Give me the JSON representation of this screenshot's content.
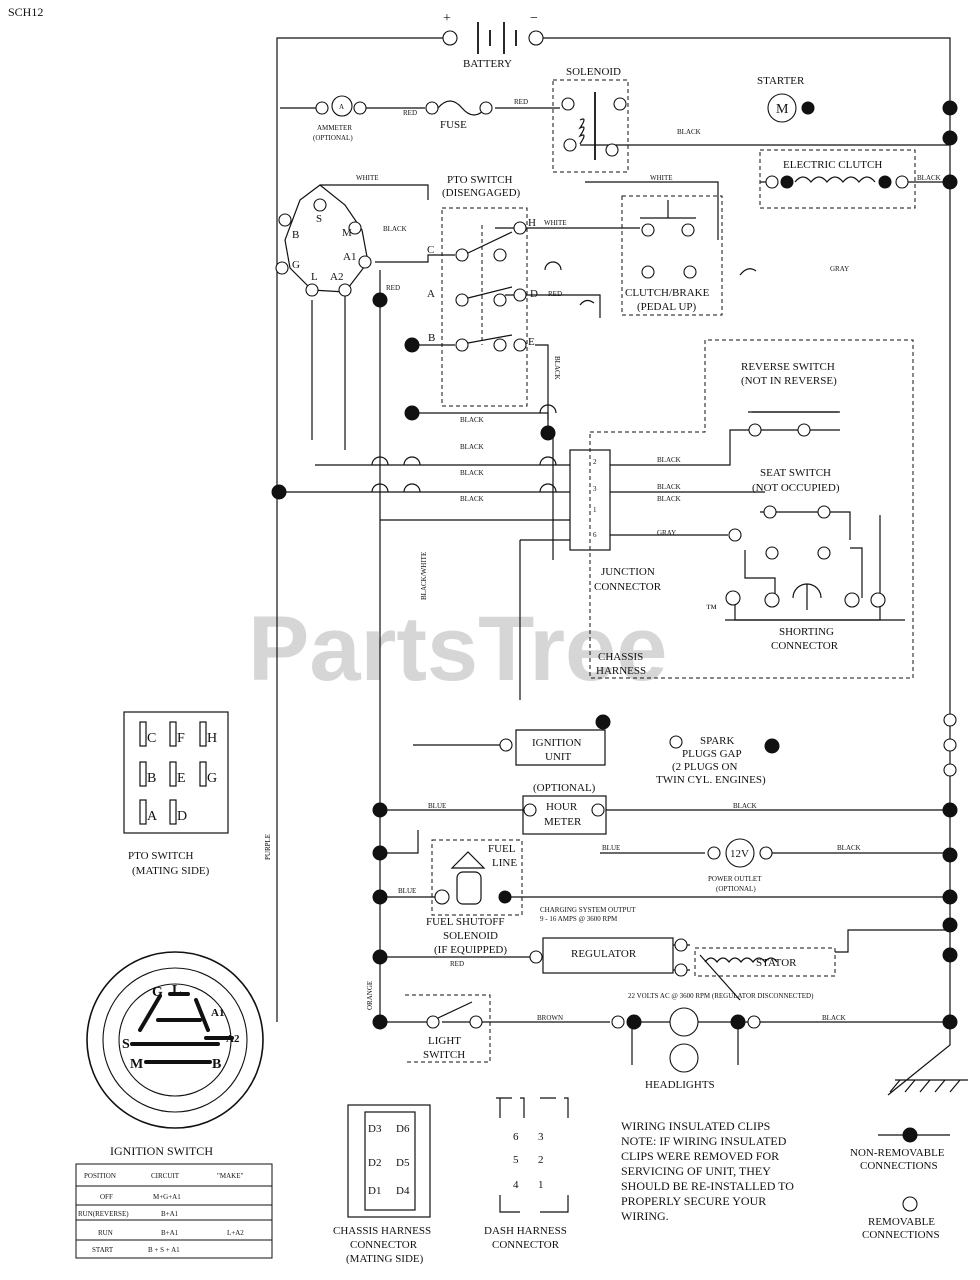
{
  "sheet_id": "SCH12",
  "watermark": "PartsTree",
  "watermark_tm": "™",
  "battery": {
    "label": "BATTERY",
    "plus": "+",
    "minus": "−"
  },
  "solenoid": "SOLENOID",
  "starter": {
    "label": "STARTER",
    "symbol": "M"
  },
  "ammeter": {
    "line1": "AMMETER",
    "line2": "(OPTIONAL)",
    "symbol": "A"
  },
  "fuse": "FUSE",
  "electric_clutch": "ELECTRIC CLUTCH",
  "pto_switch": {
    "line1": "PTO SWITCH",
    "line2": "(DISENGAGED)"
  },
  "clutch_brake": {
    "line1": "CLUTCH/BRAKE",
    "line2": "(PEDAL UP)"
  },
  "reverse_switch": {
    "line1": "REVERSE SWITCH",
    "line2": "(NOT IN REVERSE)"
  },
  "seat_switch": {
    "line1": "SEAT SWITCH",
    "line2": "(NOT OCCUPIED)"
  },
  "junction_connector": {
    "line1": "JUNCTION",
    "line2": "CONNECTOR"
  },
  "chassis_harness": {
    "line1": "CHASSIS",
    "line2": "HARNESS"
  },
  "shorting_connector": {
    "line1": "SHORTING",
    "line2": "CONNECTOR"
  },
  "ignition_unit": {
    "line1": "IGNITION",
    "line2": "UNIT"
  },
  "spark_plugs": {
    "line1": "SPARK",
    "line2": "PLUGS GAP",
    "line3": "(2 PLUGS ON",
    "line4": "TWIN CYL. ENGINES)"
  },
  "hour_meter": {
    "optional": "(OPTIONAL)",
    "line1": "HOUR",
    "line2": "METER"
  },
  "power_outlet": {
    "symbol": "12V",
    "line1": "POWER OUTLET",
    "line2": "(OPTIONAL)"
  },
  "fuel_line": {
    "line1": "FUEL",
    "line2": "LINE"
  },
  "fuel_solenoid": {
    "line1": "FUEL SHUTOFF",
    "line2": "SOLENOID",
    "line3": "(IF EQUIPPED)"
  },
  "charging_note": {
    "line1": "CHARGING SYSTEM OUTPUT",
    "line2": "9 - 16 AMPS @ 3600 RPM"
  },
  "regulator": "REGULATOR",
  "stator": "STATOR",
  "stator_note": "22 VOLTS AC @ 3600 RPM (REGULATOR DISCONNECTED)",
  "light_switch": {
    "line1": "LIGHT",
    "line2": "SWITCH"
  },
  "headlights": "HEADLIGHTS",
  "ignition_terminals": {
    "s": "S",
    "b": "B",
    "m": "M",
    "g": "G",
    "l": "L",
    "a1": "A1",
    "a2": "A2"
  },
  "pto_terminals": {
    "c": "C",
    "a": "A",
    "d": "D",
    "h": "H",
    "b": "B",
    "e": "E"
  },
  "junction_pins": [
    "2",
    "3",
    "1",
    "6"
  ],
  "wires": {
    "white": "WHITE",
    "black": "BLACK",
    "red": "RED",
    "gray": "GRAY",
    "blue": "BLUE",
    "brown": "BROWN",
    "orange": "ORANGE",
    "black_white": "BLACK/WHITE",
    "purple": "PURPLE"
  },
  "pto_mating": {
    "caption_line1": "PTO SWITCH",
    "caption_line2": "(MATING SIDE)",
    "cells": [
      [
        "C",
        "F",
        "H"
      ],
      [
        "B",
        "E",
        "G"
      ],
      [
        "A",
        "D"
      ]
    ]
  },
  "ignition_switch": {
    "caption": "IGNITION SWITCH",
    "table": {
      "headers": [
        "POSITION",
        "CIRCUIT",
        "\"MAKE\""
      ],
      "rows": [
        [
          "OFF",
          "M+G+A1",
          ""
        ],
        [
          "RUN(REVERSE)",
          "B+A1",
          ""
        ],
        [
          "RUN",
          "B+A1",
          "L+A2"
        ],
        [
          "START",
          "B + S + A1",
          ""
        ]
      ]
    }
  },
  "chassis_connector": {
    "line1": "CHASSIS HARNESS",
    "line2": "CONNECTOR",
    "line3": "(MATING SIDE)",
    "pins": {
      "d3": "D3",
      "d6": "D6",
      "d2": "D2",
      "d5": "D5",
      "d1": "D1",
      "d4": "D4"
    }
  },
  "dash_connector": {
    "line1": "DASH HARNESS",
    "line2": "CONNECTOR",
    "pins": {
      "p6": "6",
      "p3": "3",
      "p5": "5",
      "p2": "2",
      "p4": "4",
      "p1": "1"
    }
  },
  "note": {
    "line1": "WIRING INSULATED CLIPS",
    "line2": "NOTE: IF WIRING INSULATED",
    "line3": "CLIPS WERE REMOVED FOR",
    "line4": "SERVICING OF UNIT, THEY",
    "line5": "SHOULD BE RE-INSTALLED TO",
    "line6": "PROPERLY SECURE YOUR",
    "line7": "WIRING."
  },
  "legend": {
    "non_removable_line1": "NON-REMOVABLE",
    "non_removable_line2": "CONNECTIONS",
    "removable_line1": "REMOVABLE",
    "removable_line2": "CONNECTIONS"
  }
}
